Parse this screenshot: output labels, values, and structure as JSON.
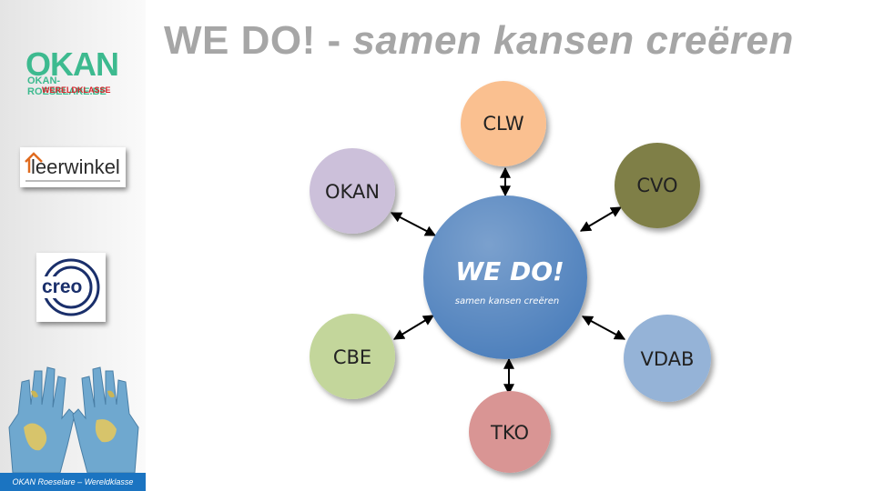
{
  "title": {
    "main": "WE DO! -",
    "sub": "samen kansen creëren"
  },
  "sidebar": {
    "okan_logo": {
      "big": "OKAN",
      "url": "OKAN-ROESELARE.BE",
      "tagline": "WERELDKLASSE"
    },
    "leerwinkel_logo": {
      "text": "leerwinkel",
      "icon": "house-icon"
    },
    "creo_logo": {
      "text": "creo",
      "icon": "creo-circle-icon"
    },
    "hands_image": {
      "icon": "world-map-hands-image"
    },
    "footer": "OKAN Roeselare – Wereldklasse"
  },
  "diagram": {
    "center": {
      "title": "WE DO!",
      "subtitle": "samen kansen creëren",
      "color": "#4f81bd"
    },
    "nodes": [
      {
        "id": "clw",
        "label": "CLW",
        "color": "#fac090"
      },
      {
        "id": "cvo",
        "label": "CVO",
        "color": "#7f7f47"
      },
      {
        "id": "vdab",
        "label": "VDAB",
        "color": "#95b3d7"
      },
      {
        "id": "tko",
        "label": "TKO",
        "color": "#d99594"
      },
      {
        "id": "cbe",
        "label": "CBE",
        "color": "#c3d69b"
      },
      {
        "id": "okan",
        "label": "OKAN",
        "color": "#ccc0da"
      }
    ]
  }
}
